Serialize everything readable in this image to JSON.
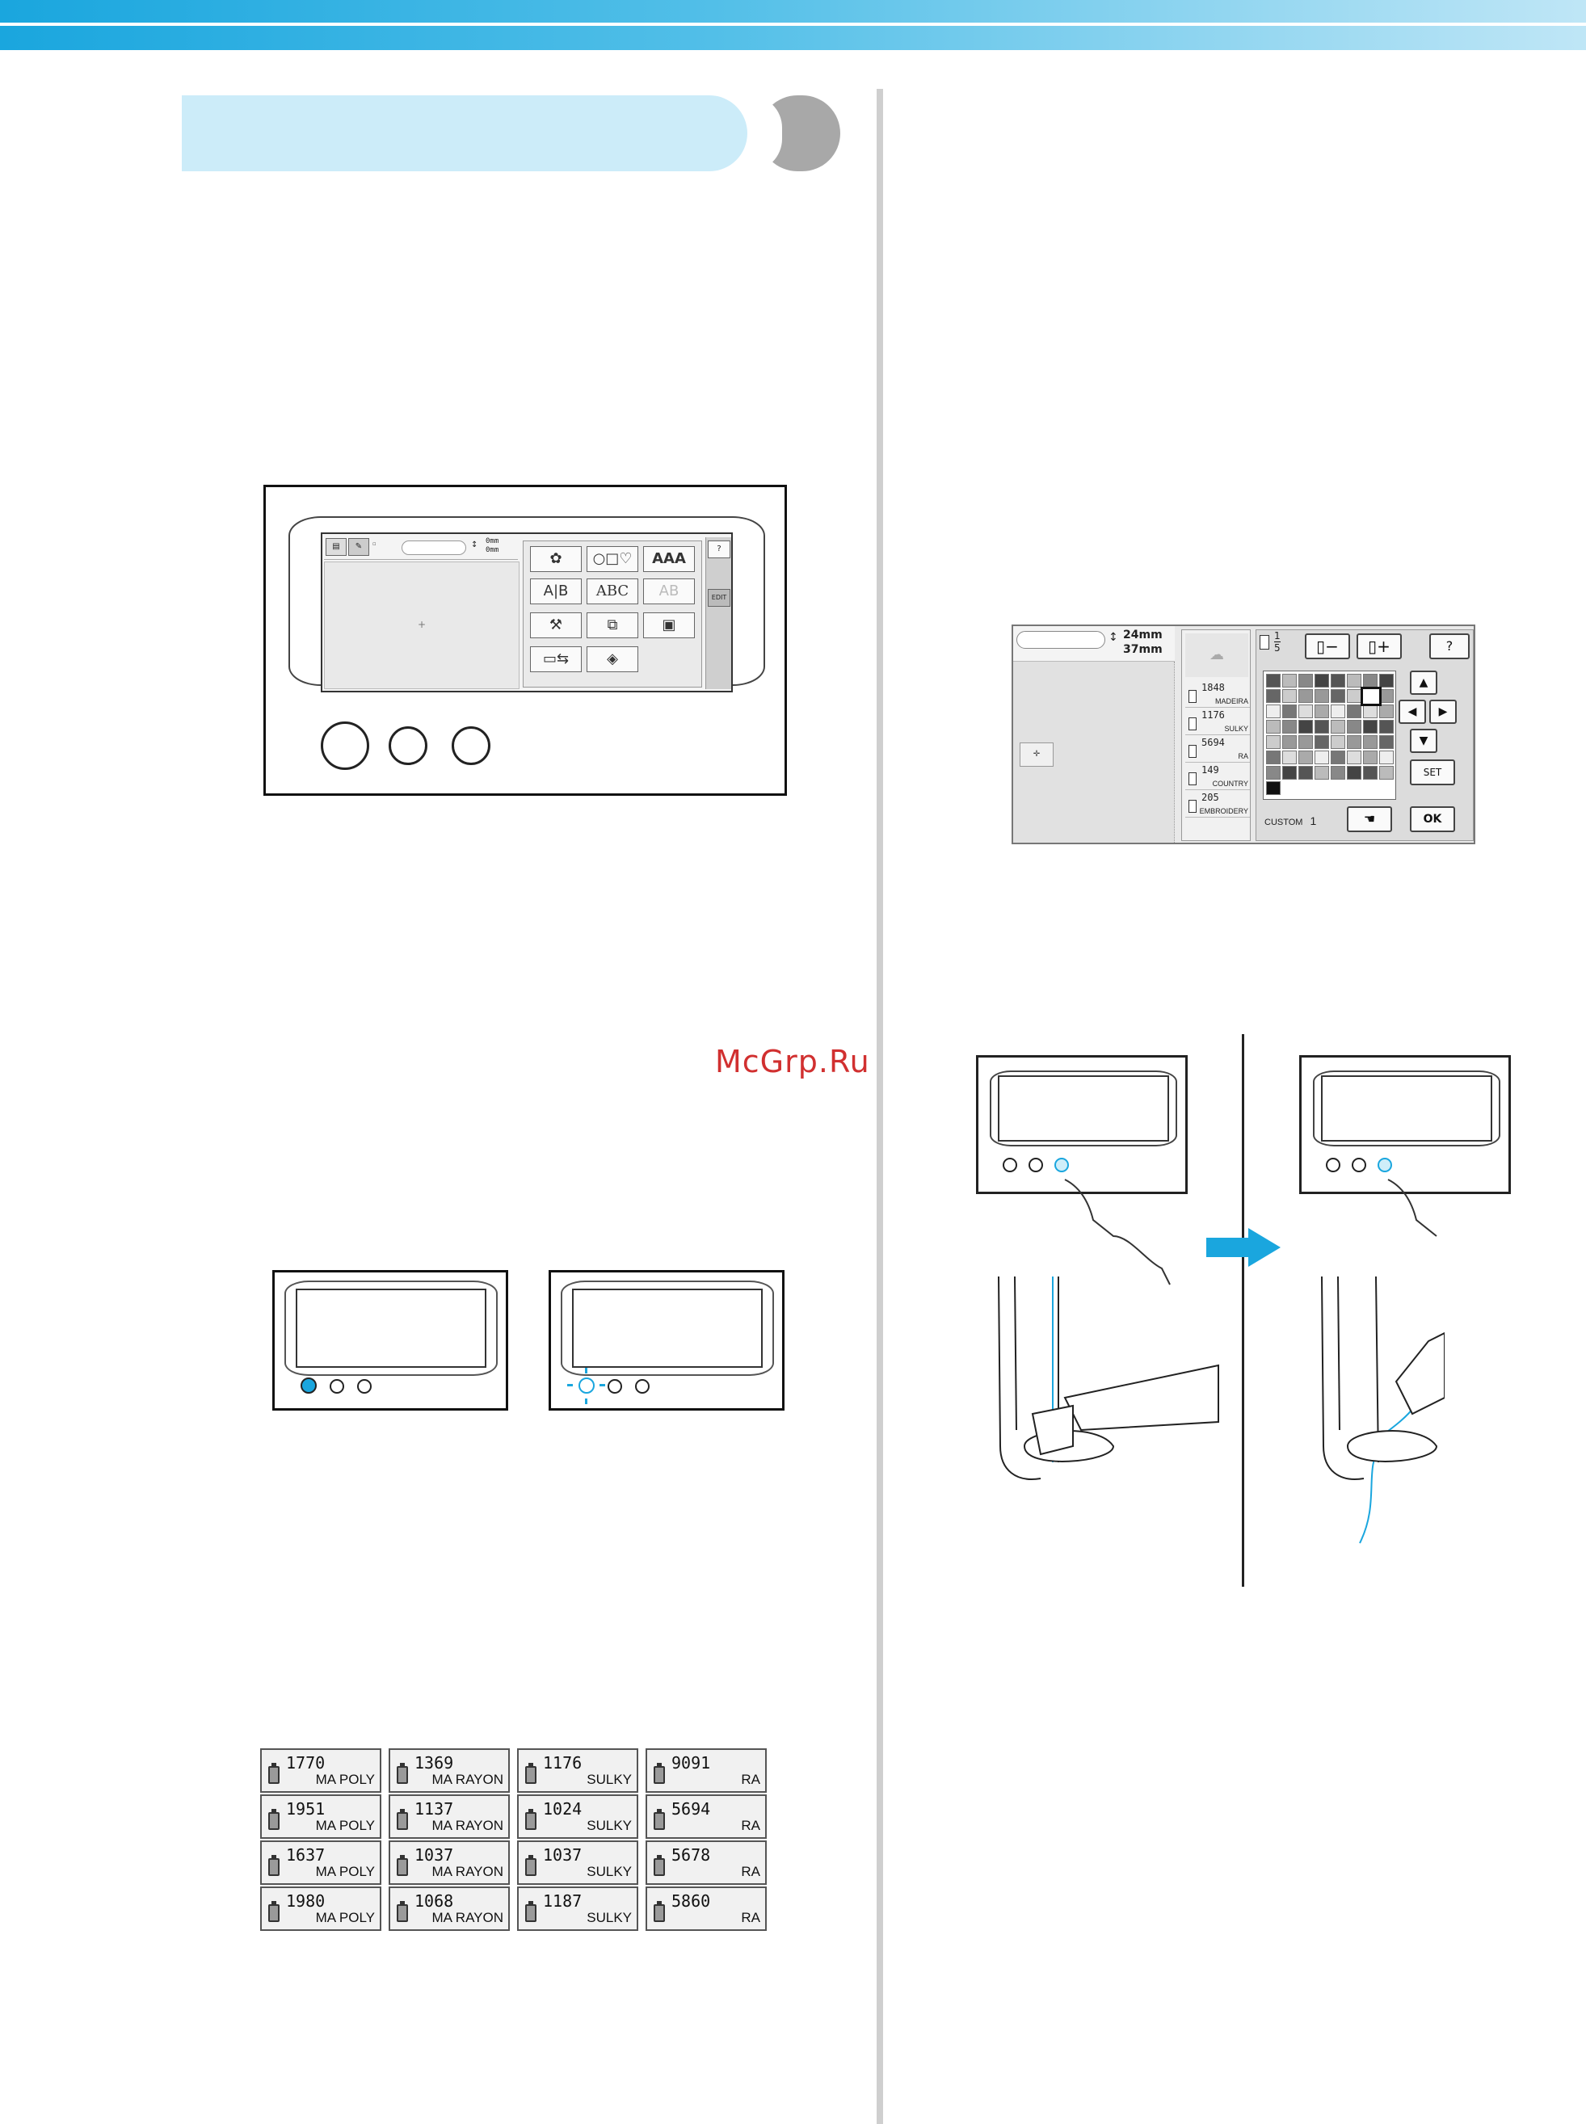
{
  "watermark": "McGrp.Ru",
  "panel_screen": {
    "size_readout": [
      "0mm",
      "0mm"
    ],
    "edit_label": "EDIT",
    "font_samples": [
      "AAA",
      "ABC",
      "AB"
    ],
    "icon_names": [
      "pattern-icon",
      "shapes-icon",
      "font-aaa-icon",
      "frame-ab-icon",
      "font-abc-icon",
      "font-ab-icon",
      "sewing-machine-icon",
      "copy-pattern-icon",
      "memory-card-icon",
      "computer-usb-icon",
      "frame-icon"
    ]
  },
  "color_palette": {
    "size_w": "24mm",
    "size_h": "37mm",
    "fraction_num": "1",
    "fraction_den": "5",
    "threads": [
      {
        "number": "1848",
        "brand": "MADEIRA"
      },
      {
        "number": "1176",
        "brand": "SULKY"
      },
      {
        "number": "5694",
        "brand": "RA"
      },
      {
        "number": "149",
        "brand": "COUNTRY"
      },
      {
        "number": "205",
        "brand": "EMBROIDERY"
      }
    ],
    "custom_label": "CUSTOM",
    "custom_value": "1",
    "set_label": "SET",
    "ok_label": "OK",
    "minus_label": "−",
    "plus_label": "+"
  },
  "thread_table": {
    "columns": [
      [
        {
          "number": "1770",
          "brand": "MA POLY"
        },
        {
          "number": "1951",
          "brand": "MA POLY"
        },
        {
          "number": "1637",
          "brand": "MA POLY"
        },
        {
          "number": "1980",
          "brand": "MA POLY"
        }
      ],
      [
        {
          "number": "1369",
          "brand": "MA RAYON"
        },
        {
          "number": "1137",
          "brand": "MA RAYON"
        },
        {
          "number": "1037",
          "brand": "MA RAYON"
        },
        {
          "number": "1068",
          "brand": "MA RAYON"
        }
      ],
      [
        {
          "number": "1176",
          "brand": "SULKY"
        },
        {
          "number": "1024",
          "brand": "SULKY"
        },
        {
          "number": "1037",
          "brand": "SULKY"
        },
        {
          "number": "1187",
          "brand": "SULKY"
        }
      ],
      [
        {
          "number": "9091",
          "brand": "RA"
        },
        {
          "number": "5694",
          "brand": "RA"
        },
        {
          "number": "5678",
          "brand": "RA"
        },
        {
          "number": "5860",
          "brand": "RA"
        }
      ]
    ]
  },
  "colors": {
    "accent": "#1aa6de",
    "section_bar": "#ccecf9",
    "section_cap": "#a8a8a8",
    "watermark": "#d13030"
  }
}
